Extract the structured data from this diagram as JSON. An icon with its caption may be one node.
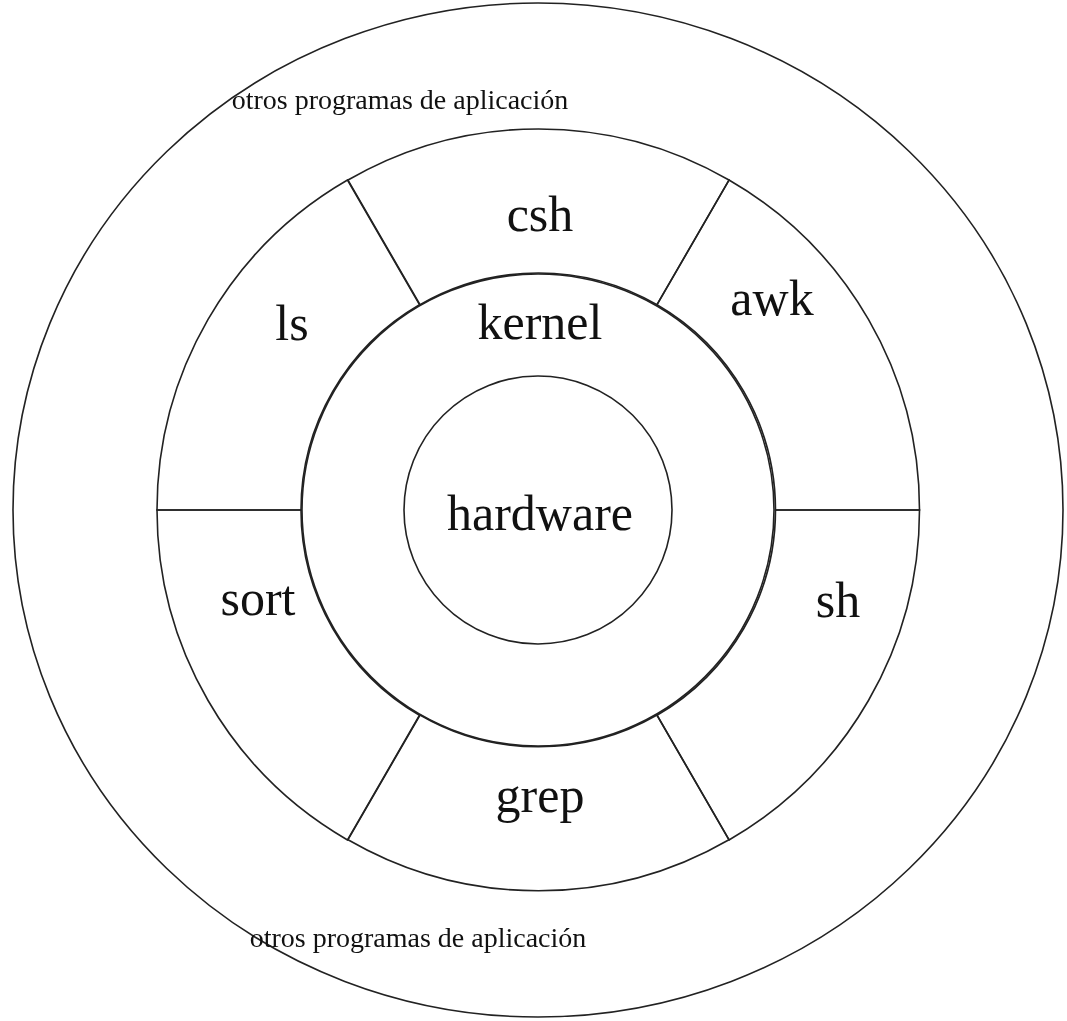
{
  "diagram": {
    "nodes": [
      {
        "text": [
          "otros programas de aplicación",
          "otros programas de aplicación"
        ]
      },
      {
        "text": [
          "csh"
        ],
        "in": 0
      },
      {
        "text": [
          "awk"
        ],
        "in": 0
      },
      {
        "text": [
          "sh"
        ],
        "in": 0
      },
      {
        "text": [
          "grep"
        ],
        "in": 0
      },
      {
        "text": [
          "sort"
        ],
        "in": 0
      },
      {
        "text": [
          "ls"
        ],
        "in": 0
      },
      {
        "text": [
          "kernel"
        ],
        "in": 0
      },
      {
        "text": [
          "hardware"
        ],
        "in": 7
      }
    ]
  }
}
